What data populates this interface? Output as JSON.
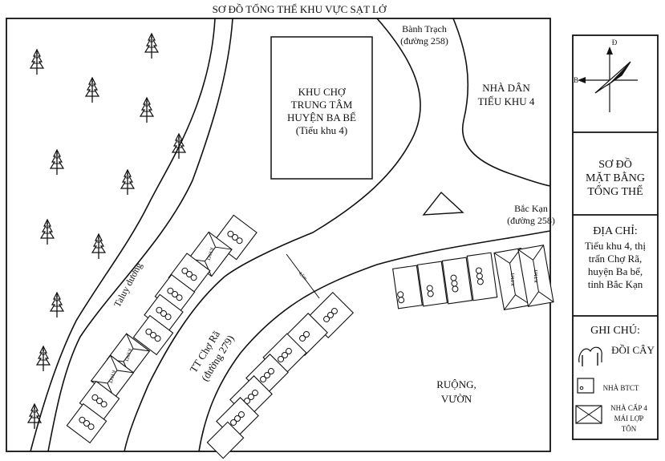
{
  "map": {
    "title": "SƠ ĐỒ TỔNG THỂ KHU VỰC SẠT LỞ",
    "market": {
      "line1": "KHU CHỢ",
      "line2": "TRUNG TÂM",
      "line3": "HUYỆN BA BỂ",
      "line4": "(Tiểu khu 4)"
    },
    "road_north": {
      "line1": "Bành Trạch",
      "line2": "(đường 258)"
    },
    "residential": {
      "line1": "NHÀ DÂN",
      "line2": "TIỂU KHU 4"
    },
    "road_east": {
      "line1": "Bắc Kạn",
      "line2": "(đường 258)"
    },
    "slope": "Taluy dương",
    "road_279": {
      "line1": "TT Chợ Rã",
      "line2": "(đường 279)"
    },
    "fields": {
      "line1": "RUỘNG,",
      "line2": "VƯỜN"
    },
    "road_width": "4,5m",
    "ktmt": "KTMT",
    "roof_note": "Ngói"
  },
  "compass": {
    "north": "Đ",
    "west": "B"
  },
  "panel": {
    "title": {
      "line1": "SƠ ĐỒ",
      "line2": "MẶT BẰNG",
      "line3": "TỔNG THỂ"
    },
    "address": {
      "label": "ĐỊA CHỈ:",
      "line1": "Tiểu khu 4, thị",
      "line2": "trấn Chợ Rã,",
      "line3": "huyện Ba bể,",
      "line4": "tỉnh Bắc Kạn"
    },
    "notes_label": "GHI CHÚ:",
    "legend": {
      "trees": "ĐỒI CÂY",
      "btct": "NHÀ BTCT",
      "cap4": {
        "line1": "NHÀ CẤP 4",
        "line2": "MÁI LỢP",
        "line3": "TÔN"
      }
    }
  }
}
